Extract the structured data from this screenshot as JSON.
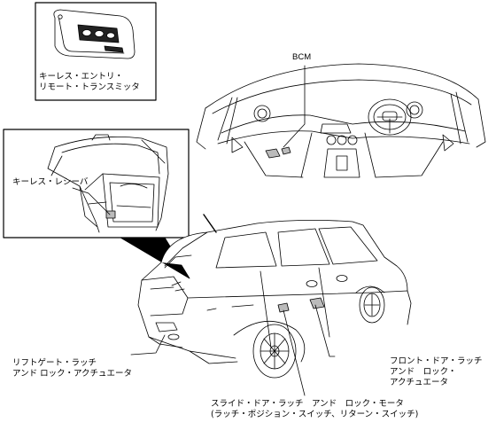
{
  "labels": {
    "remote": [
      "キーレス・エントリ・",
      "リモート・トランスミッタ"
    ],
    "bcm": "BCM",
    "receiver": "キーレス・レシーバ",
    "liftgate": [
      "リフトゲート・ラッチ",
      "アンド ロック・アクチュエータ"
    ],
    "front_door": [
      "フロント・ドア・ラッチ",
      "アンド　ロック・",
      "アクチュエータ"
    ],
    "slide_door": [
      "スライド・ドア・ラッチ　アンド　ロック・モータ",
      "(ラッチ・ポジション・スイッチ、リターン・スイッチ)"
    ]
  },
  "colors": {
    "line": "#000000",
    "fill": "#ffffff",
    "shade": "#d9d9d9"
  }
}
